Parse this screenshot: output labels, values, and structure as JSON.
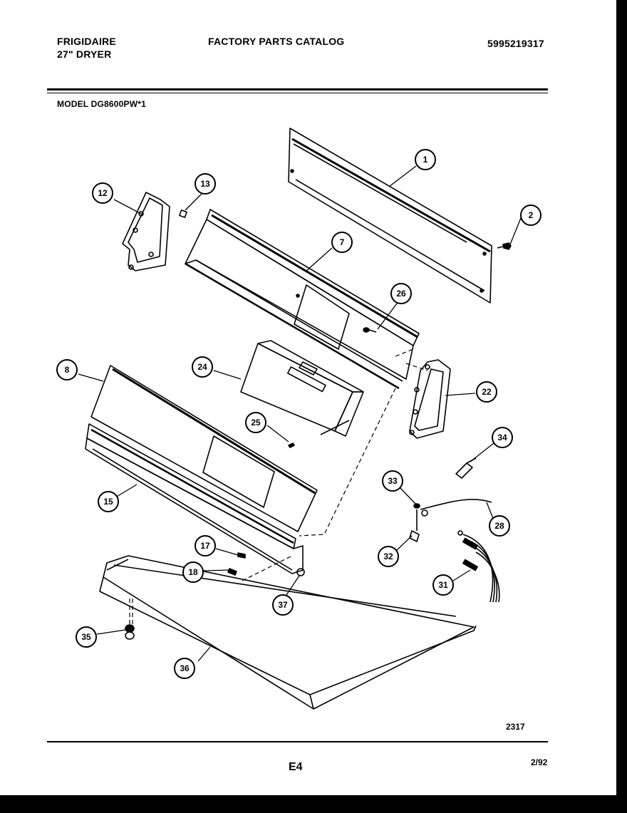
{
  "header": {
    "brand": "FRIGIDAIRE",
    "product": "27\" DRYER",
    "catalog_title": "FACTORY PARTS CATALOG",
    "catalog_number": "5995219317",
    "model": "MODEL DG8600PW*1"
  },
  "callouts": {
    "c1": "1",
    "c2": "2",
    "c7": "7",
    "c8": "8",
    "c12": "12",
    "c13": "13",
    "c15": "15",
    "c17": "17",
    "c18": "18",
    "c22": "22",
    "c24": "24",
    "c25": "25",
    "c26": "26",
    "c28": "28",
    "c31": "31",
    "c32": "32",
    "c33": "33",
    "c34": "34",
    "c35": "35",
    "c36": "36",
    "c37": "37"
  },
  "footer": {
    "drawing_number": "2317",
    "page_code": "E4",
    "date": "2/92"
  }
}
